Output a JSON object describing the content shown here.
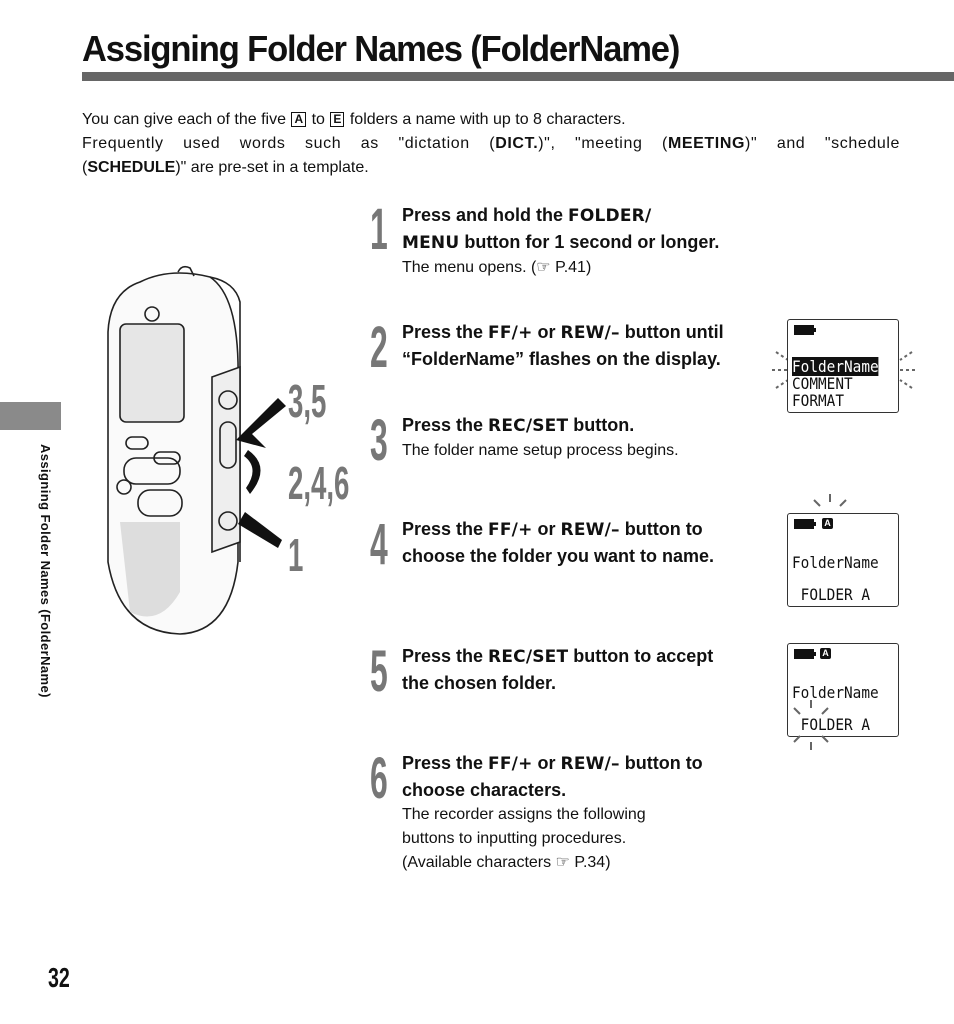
{
  "title": "Assigning Folder Names (FolderName)",
  "intro": {
    "line1_a": "You can give each of the five",
    "box_a": "A",
    "line1_to": "to",
    "box_e": "E",
    "line1_b": "folders a name with up to 8 characters.",
    "line2_a": "Frequently used words such as \"dictation (",
    "dict": "DICT.",
    "line2_b": ")\", \"meeting (",
    "meeting": "MEETING",
    "line2_c": ")\" and \"schedule",
    "line3_a": "(",
    "schedule": "SCHEDULE",
    "line3_b": ")\" are pre-set in a template."
  },
  "side_tab_label": "Assigning Folder Names (FolderName)",
  "callouts": [
    "3,5",
    "2,4,6",
    "1"
  ],
  "steps": [
    {
      "num": "1",
      "head_a": "Press and hold the ",
      "key1": "FOLDER/",
      "key1b": "MENU",
      "head_b": " button for 1 second or longer.",
      "body": "The menu opens.  (☞ P.41)"
    },
    {
      "num": "2",
      "head_a": "Press the ",
      "key1": "FF/+",
      "mid": " or ",
      "key2": "REW/–",
      "head_b": " button until “FolderName” flashes on the display."
    },
    {
      "num": "3",
      "head_a": "Press the ",
      "key1": "REC/SET",
      "head_b": " button.",
      "body": "The folder name setup process begins."
    },
    {
      "num": "4",
      "head_a": "Press the ",
      "key1": "FF/+",
      "mid": " or ",
      "key2": "REW/–",
      "head_b": " button to choose the folder you want to name."
    },
    {
      "num": "5",
      "head_a": "Press the ",
      "key1": "REC/SET",
      "head_b": " button to accept the chosen folder."
    },
    {
      "num": "6",
      "head_a": "Press the ",
      "key1": "FF/+",
      "mid": " or ",
      "key2": "REW/–",
      "head_b": " button to choose characters.",
      "body1": "The recorder assigns the following",
      "body2": "buttons to inputting procedures.",
      "body3": "(Available characters  ☞ P.34)"
    }
  ],
  "lcd1": {
    "line1": "FolderName",
    "line2": "COMMENT",
    "line3": "FORMAT"
  },
  "lcd2": {
    "folder": "A",
    "line1": "FolderName",
    "line2": " FOLDER A"
  },
  "lcd3": {
    "folder": "A",
    "line1": "FolderName",
    "line2": " FOLDER A"
  },
  "page_number": "32"
}
